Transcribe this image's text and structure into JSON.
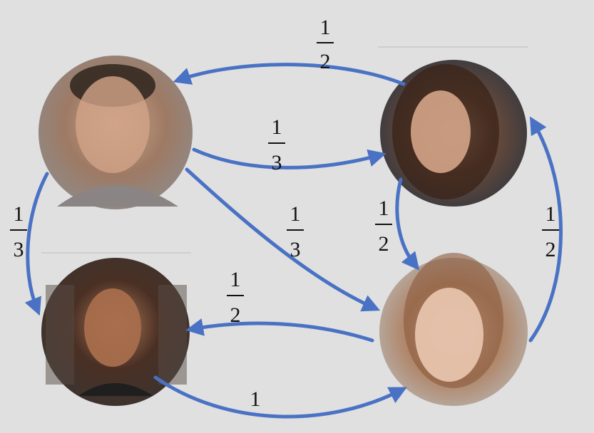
{
  "colors": {
    "background": "#e0e0e0",
    "arrow": "#4a72c4",
    "text": "#111111"
  },
  "nodes": [
    {
      "id": "top-left",
      "kind": "portrait-photo"
    },
    {
      "id": "top-right",
      "kind": "portrait-photo"
    },
    {
      "id": "bottom-left",
      "kind": "portrait-photo"
    },
    {
      "id": "bottom-right",
      "kind": "portrait-photo"
    }
  ],
  "edges": [
    {
      "from": "top-right",
      "to": "top-left",
      "weight": {
        "num": "1",
        "den": "2"
      }
    },
    {
      "from": "top-left",
      "to": "top-right",
      "weight": {
        "num": "1",
        "den": "3"
      }
    },
    {
      "from": "top-left",
      "to": "bottom-right",
      "weight": {
        "num": "1",
        "den": "3"
      }
    },
    {
      "from": "top-left",
      "to": "bottom-left",
      "weight": {
        "num": "1",
        "den": "3"
      }
    },
    {
      "from": "top-right",
      "to": "bottom-right",
      "weight": {
        "num": "1",
        "den": "2"
      }
    },
    {
      "from": "bottom-right",
      "to": "top-right",
      "weight": {
        "num": "1",
        "den": "2"
      }
    },
    {
      "from": "bottom-right",
      "to": "bottom-left",
      "weight": {
        "num": "1",
        "den": "2"
      }
    },
    {
      "from": "bottom-left",
      "to": "bottom-right",
      "weight": {
        "num": "1"
      }
    }
  ]
}
